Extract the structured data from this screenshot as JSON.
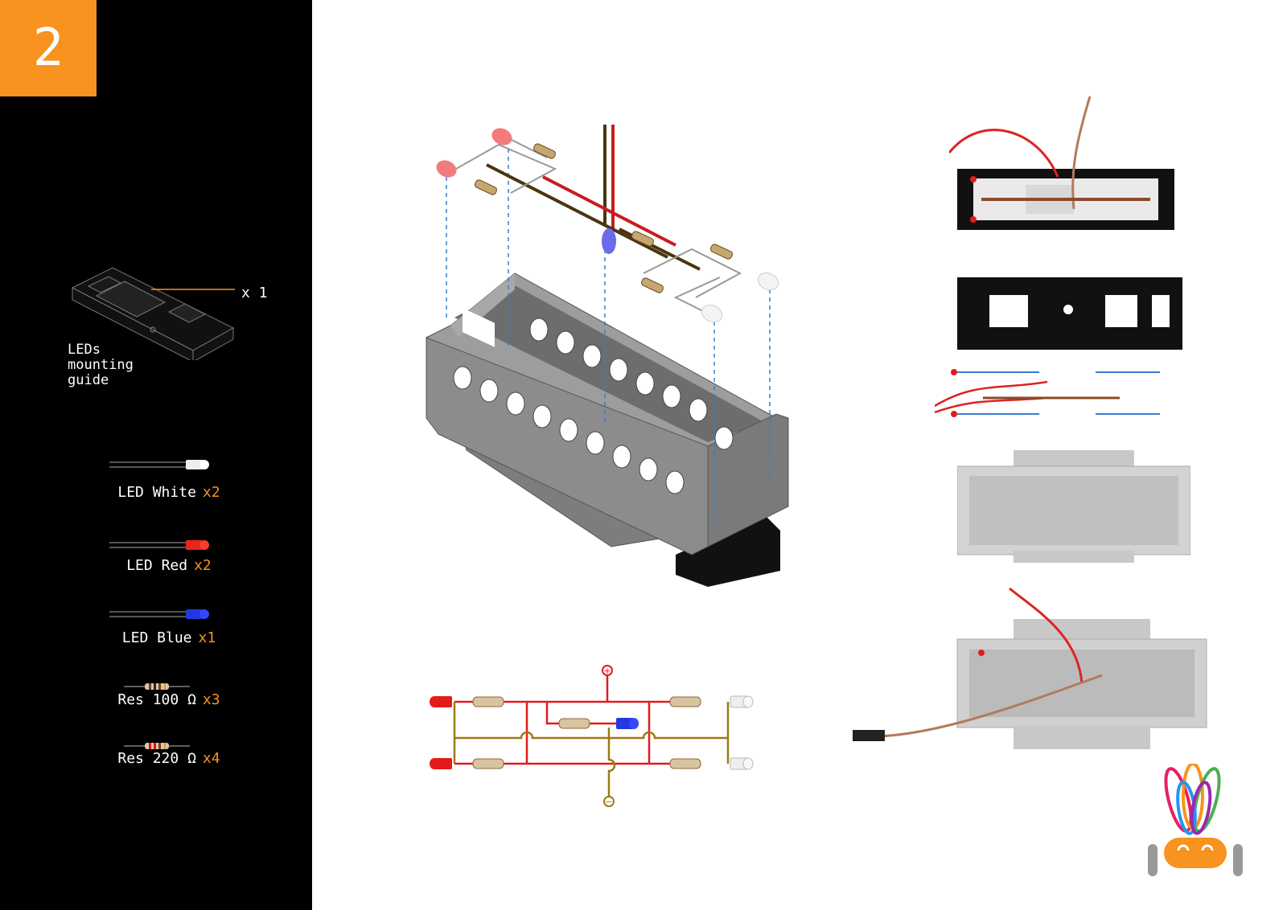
{
  "step": {
    "number": "2"
  },
  "guide": {
    "label": "LEDs\nmounting\nguide",
    "quantity": "x 1"
  },
  "parts": [
    {
      "name": "LED White",
      "qty": "x2",
      "color": "#f2f2f2"
    },
    {
      "name": "LED Red",
      "qty": "x2",
      "color": "#e8261d"
    },
    {
      "name": "LED Blue",
      "qty": "x1",
      "color": "#2338e0"
    },
    {
      "name": "Res 100 Ω",
      "qty": "x3"
    },
    {
      "name": "Res 220 Ω",
      "qty": "x4"
    }
  ],
  "schematic": {
    "plus": "+",
    "minus": "−"
  },
  "colors": {
    "accent": "#f7931e",
    "wire_red": "#e41b1b",
    "wire_brown": "#9b7a13",
    "guide_line": "#2e7fd9"
  }
}
